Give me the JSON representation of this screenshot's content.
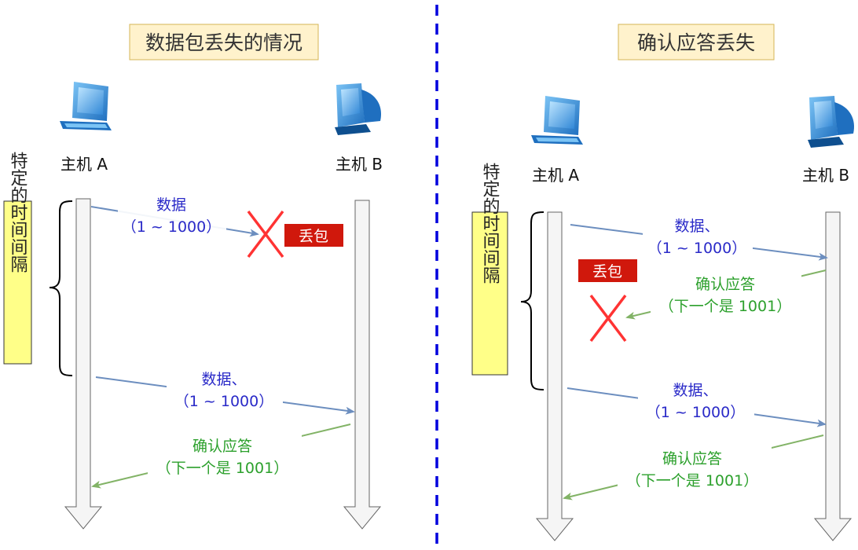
{
  "colors": {
    "data_text": "#2a2ac8",
    "data_arrow": "#6c8ebf",
    "ack_text": "#2ca02c",
    "ack_arrow": "#82b366",
    "cross": "#ff3333",
    "lost_badge_bg": "#d0180c",
    "lost_badge_text": "#ffffff",
    "title_bg": "#fff2cc",
    "title_border": "#d6b656",
    "vertical_label_bg": "#ffff88",
    "divider": "#0000dd"
  },
  "left": {
    "title": "数据包丢失的情况",
    "host_a": {
      "label": "主机 A",
      "icon": "laptop-icon"
    },
    "host_b": {
      "label": "主机 B",
      "icon": "desktop-computer-icon"
    },
    "interval_label": "特定的时间间隔",
    "first_send": {
      "line1": "数据",
      "line2": "（1 ~ 1000）"
    },
    "lost_label": "丢包",
    "second_send": {
      "line1": "数据、",
      "line2": "（1 ~ 1000）"
    },
    "ack": {
      "line1": "确认应答",
      "line2": "（下一个是 1001）"
    }
  },
  "right": {
    "title": "确认应答丢失",
    "host_a": {
      "label": "主机 A",
      "icon": "laptop-icon"
    },
    "host_b": {
      "label": "主机 B",
      "icon": "desktop-computer-icon"
    },
    "interval_label": "特定的时间间隔",
    "first_send": {
      "line1": "数据、",
      "line2": "（1 ~ 1000）"
    },
    "lost_label": "丢包",
    "lost_ack": {
      "line1": "确认应答",
      "line2": "（下一个是 1001）"
    },
    "second_send": {
      "line1": "数据、",
      "line2": "（1 ~ 1000）"
    },
    "ack": {
      "line1": "确认应答",
      "line2": "（下一个是 1001）"
    }
  }
}
